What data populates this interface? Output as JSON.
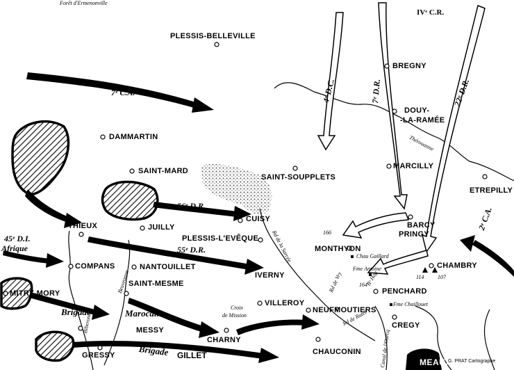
{
  "map": {
    "forest_label": "Forêt d'Ermenonville",
    "credit": "G. PRAT Cartographe",
    "places": {
      "plessis_belleville": "PLESSIS-BELLEVILLE",
      "bregny": "BREGNY",
      "douy": "DOUY-",
      "la_ramee": "-LA-RAMÉE",
      "dammartin": "DAMMARTIN",
      "saint_mard": "SAINT-MARD",
      "saint_soupplets": "SAINT-SOUPPLETS",
      "marcilly": "MARCILLY",
      "etrepilly": "ETREPILLY",
      "thieux": "THIEUX",
      "juilly": "JUILLY",
      "cuisy": "CUISY",
      "barcy": "BARCY",
      "pringy": "PRINGY",
      "plessis_leveque": "PLESSIS-L'EVÊQUE",
      "monthyon": "MONTHYON",
      "compans": "COMPANS",
      "nantouillet": "NANTOUILLET",
      "iverny": "IVERNY",
      "chambry": "CHAMBRY",
      "mitry_mory": "MITRY-MORY",
      "saint_mesme": "SAINT-MESME",
      "penchard": "PENCHARD",
      "villeroy": "VILLEROY",
      "neufmoutiers": "NEUFMOUTIERS",
      "messy": "MESSY",
      "cregy": "CREGY",
      "charny": "CHARNY",
      "gressy": "GRESSY",
      "chauconin": "CHAUCONIN",
      "meaux": "MEAUX"
    },
    "units": {
      "iv_cr": "IVᵉ C.R.",
      "d4_dc": "4ᵉ D.C.",
      "d7_dr": "7ᵉ D.R.",
      "d22_dr": "22ᵉ D.R.",
      "c7_ca": "7ᵉ C.A.",
      "d56_dr": "56ᵉ D.R.",
      "d55_dr": "55ᵉ D.R.",
      "c2_ca": "2ᵉ C.A.",
      "d45_di": "45ᵉ D.I.",
      "afrique": "Afrique",
      "brigade1": "Brigade",
      "marocaine": "Marocaine",
      "brigade2": "Brigade",
      "gillet": "GILLET"
    },
    "features": {
      "therouanne": "Thérouanne",
      "beuvronne": "Beuvronne",
      "biberonne": "Biberonne",
      "chau_gaillard": "Chau Gaillard",
      "fme_antoine": "Fme Antoine",
      "alt_164": "164",
      "alt_166": "166",
      "alt_114": "114",
      "alt_107": "107",
      "fme_chaillouet": "Fme Chaillouet",
      "croix_de": "Croix",
      "mission": "de Mission",
      "rd_lc_sarcee": "Rd de la Sarcée",
      "rd_vry": "Rd de Vry",
      "rd_rutel": "Rd de Rutel",
      "canal_ourcq": "Canal de l'Ourcq",
      "bo_hap": "Bᵒ Hap"
    }
  }
}
